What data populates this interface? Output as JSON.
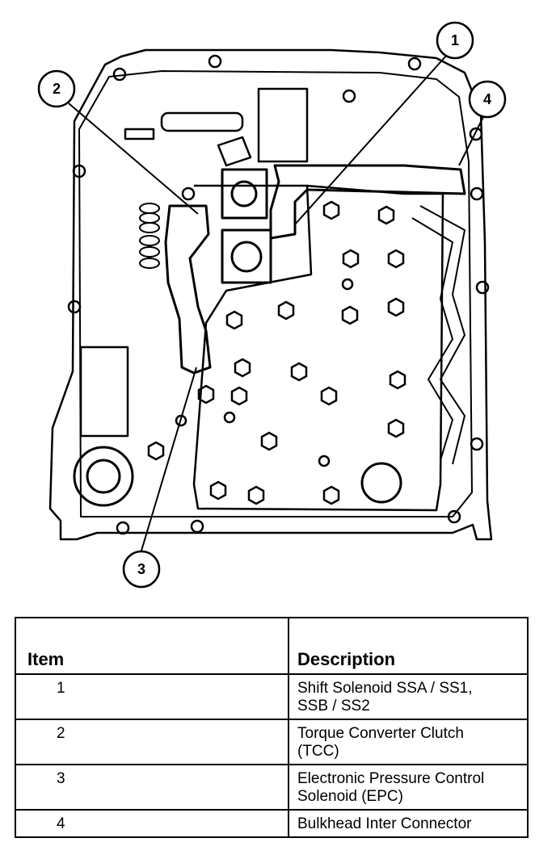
{
  "callouts": [
    "1",
    "2",
    "3",
    "4"
  ],
  "table": {
    "headers": {
      "item": "Item",
      "description": "Description"
    },
    "rows": [
      {
        "item": "1",
        "description": "Shift Solenoid SSA / SS1,\nSSB / SS2"
      },
      {
        "item": "2",
        "description": "Torque Converter Clutch\n(TCC)"
      },
      {
        "item": "3",
        "description": "Electronic Pressure Control\nSolenoid (EPC)"
      },
      {
        "item": "4",
        "description": "Bulkhead Inter Connector"
      }
    ]
  }
}
